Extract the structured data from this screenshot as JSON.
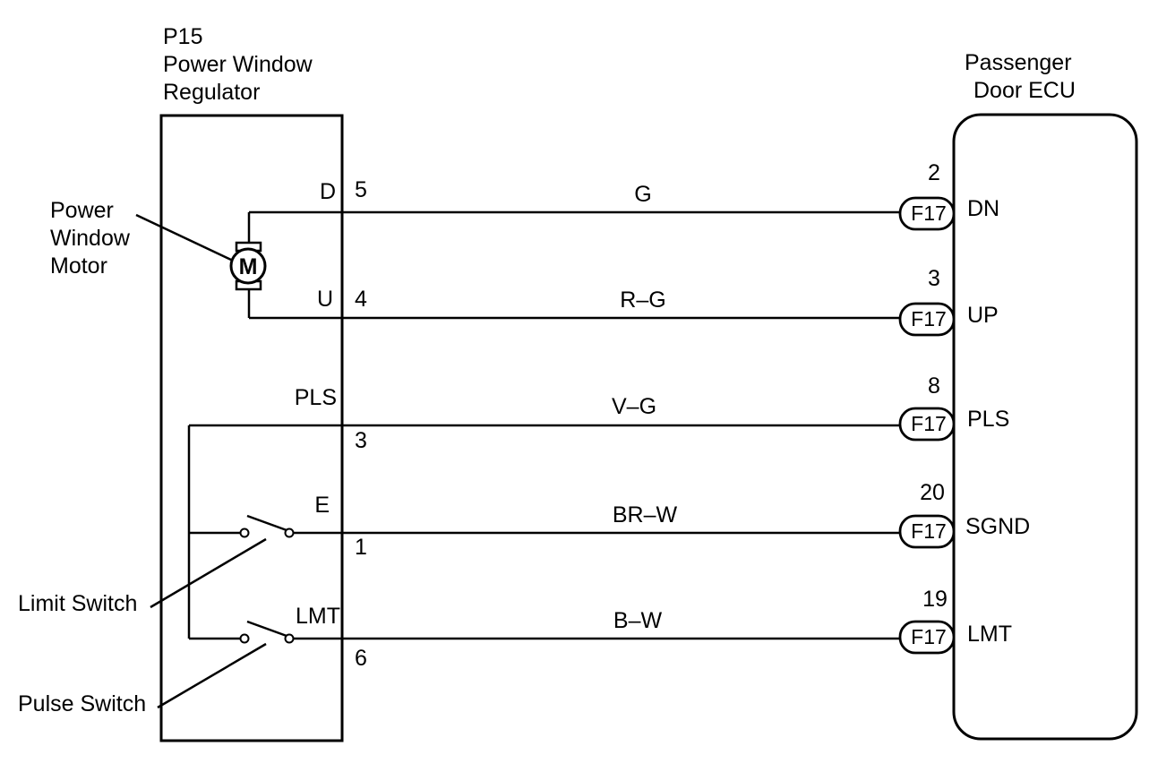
{
  "regulator": {
    "code": "P15",
    "name_line1": "Power Window",
    "name_line2": "Regulator"
  },
  "ecu": {
    "name_line1": "Passenger",
    "name_line2": "Door ECU"
  },
  "components": {
    "motor_label_line1": "Power",
    "motor_label_line2": "Window",
    "motor_label_line3": "Motor",
    "motor_symbol": "M",
    "limit_switch_label": "Limit Switch",
    "pulse_switch_label": "Pulse Switch"
  },
  "circuits": [
    {
      "reg_terminal": "D",
      "reg_pin": "5",
      "wire_color": "G",
      "ecu_pin": "2",
      "connector": "F17",
      "ecu_terminal": "DN"
    },
    {
      "reg_terminal": "U",
      "reg_pin": "4",
      "wire_color": "R–G",
      "ecu_pin": "3",
      "connector": "F17",
      "ecu_terminal": "UP"
    },
    {
      "reg_terminal": "PLS",
      "reg_pin": "3",
      "wire_color": "V–G",
      "ecu_pin": "8",
      "connector": "F17",
      "ecu_terminal": "PLS"
    },
    {
      "reg_terminal": "E",
      "reg_pin": "1",
      "wire_color": "BR–W",
      "ecu_pin": "20",
      "connector": "F17",
      "ecu_terminal": "SGND"
    },
    {
      "reg_terminal": "LMT",
      "reg_pin": "6",
      "wire_color": "B–W",
      "ecu_pin": "19",
      "connector": "F17",
      "ecu_terminal": "LMT"
    }
  ]
}
